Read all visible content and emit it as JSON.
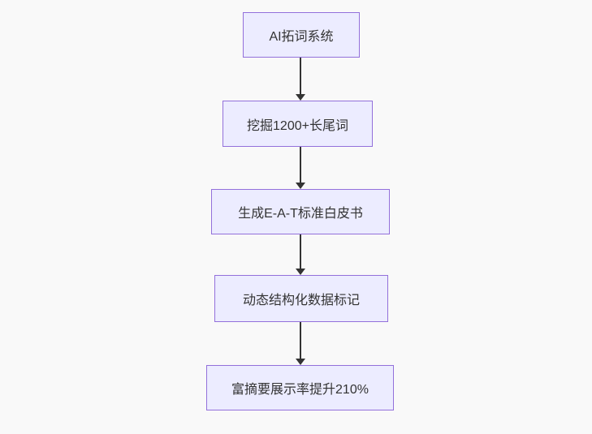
{
  "diagram": {
    "type": "flowchart",
    "direction": "top-down",
    "colors": {
      "background": "#f9f9f9",
      "node_fill": "#ECECFF",
      "node_border": "#9370DB",
      "node_text": "#333333",
      "arrow": "#333333"
    },
    "nodes": [
      {
        "id": "step1",
        "label": "AI拓词系统"
      },
      {
        "id": "step2",
        "label": "挖掘1200+长尾词"
      },
      {
        "id": "step3",
        "label": "生成E-A-T标准白皮书"
      },
      {
        "id": "step4",
        "label": "动态结构化数据标记"
      },
      {
        "id": "step5",
        "label": "富摘要展示率提升210%"
      }
    ],
    "edges": [
      {
        "from": "step1",
        "to": "step2",
        "style": "arrow-down"
      },
      {
        "from": "step2",
        "to": "step3",
        "style": "arrow-down"
      },
      {
        "from": "step3",
        "to": "step4",
        "style": "arrow-down"
      },
      {
        "from": "step4",
        "to": "step5",
        "style": "arrow-down"
      }
    ]
  }
}
